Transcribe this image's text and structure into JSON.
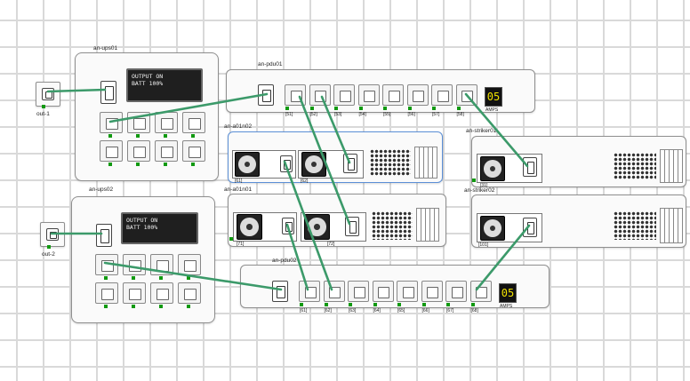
{
  "outlets": [
    "out-1",
    "out-2"
  ],
  "ups": [
    {
      "name": "an-ups01",
      "lcd_line1": "OUTPUT ON",
      "lcd_line2": "BATT 100%"
    },
    {
      "name": "an-ups02",
      "lcd_line1": "OUTPUT ON",
      "lcd_line2": "BATT 100%"
    }
  ],
  "pdu1": {
    "name": "an-pdu01",
    "amps": "05",
    "amps_label": "AMPS",
    "ports": [
      "[51]",
      "[52]",
      "[53]",
      "[54]",
      "[55]",
      "[56]",
      "[57]",
      "[58]"
    ]
  },
  "pdu2": {
    "name": "an-pdu02",
    "amps": "05",
    "amps_label": "AMPS",
    "ports": [
      "[61]",
      "[62]",
      "[63]",
      "[64]",
      "[65]",
      "[66]",
      "[67]",
      "[68]"
    ]
  },
  "nodes": [
    {
      "name": "an-a01n02",
      "psu_labels": [
        "[61]",
        "[62]"
      ]
    },
    {
      "name": "an-a01n01",
      "psu_labels": [
        "[71]",
        "[72]"
      ]
    }
  ],
  "strikers": [
    {
      "name": "an-striker01",
      "psu_label": "[31]"
    },
    {
      "name": "an-striker02",
      "psu_label": "[101]"
    }
  ],
  "colors": {
    "cable": "#3c9a6a",
    "led": "#119911",
    "node_highlight": "#5b8fd6"
  }
}
